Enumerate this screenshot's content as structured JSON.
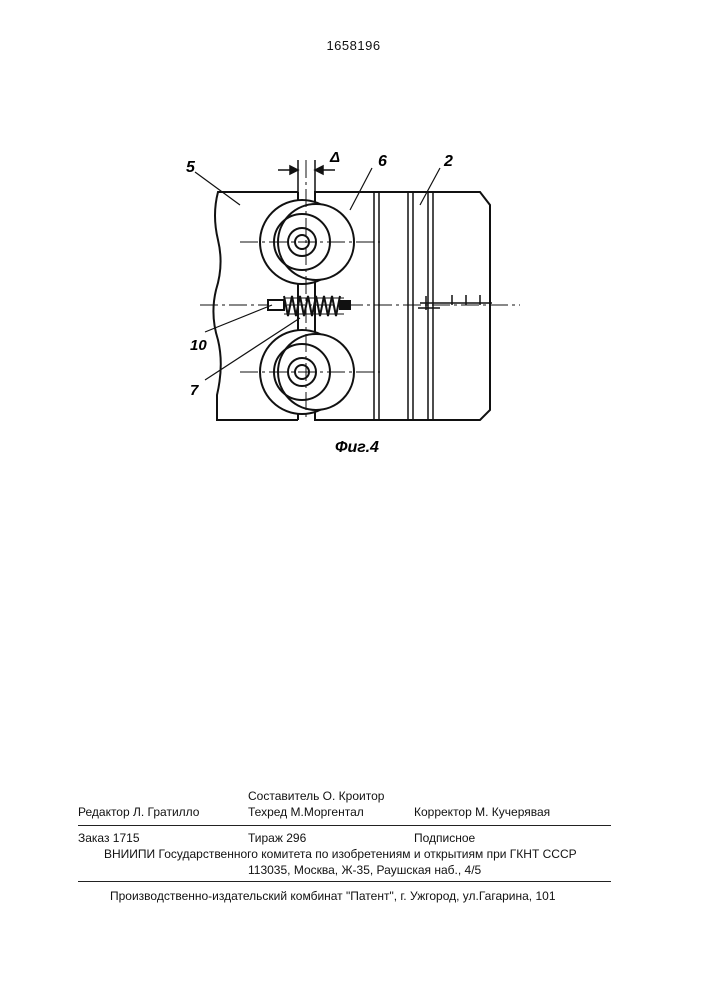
{
  "header": {
    "patent_number": "1658196"
  },
  "figure": {
    "caption": "Фиг.4",
    "labels": {
      "part_5": "5",
      "part_6": "6",
      "part_2": "2",
      "part_10": "10",
      "part_7": "7",
      "gap": "Δ"
    }
  },
  "imprint": {
    "editor": "Редактор  Л. Гратилло",
    "compiler": "Составитель О. Кроитор",
    "techred": "Техред М.Моргентал",
    "corrector": "Корректор  М. Кучерявая",
    "order": "Заказ  1715",
    "circulation": "Тираж 296",
    "subscription": "Подписное",
    "institute": "ВНИИПИ Государственного комитета по изобретениям и открытиям при ГКНТ СССР",
    "address": "113035, Москва, Ж-35, Раушская наб., 4/5",
    "printer": "Производственно-издательский комбинат \"Патент\", г. Ужгород, ул.Гагарина, 101"
  }
}
